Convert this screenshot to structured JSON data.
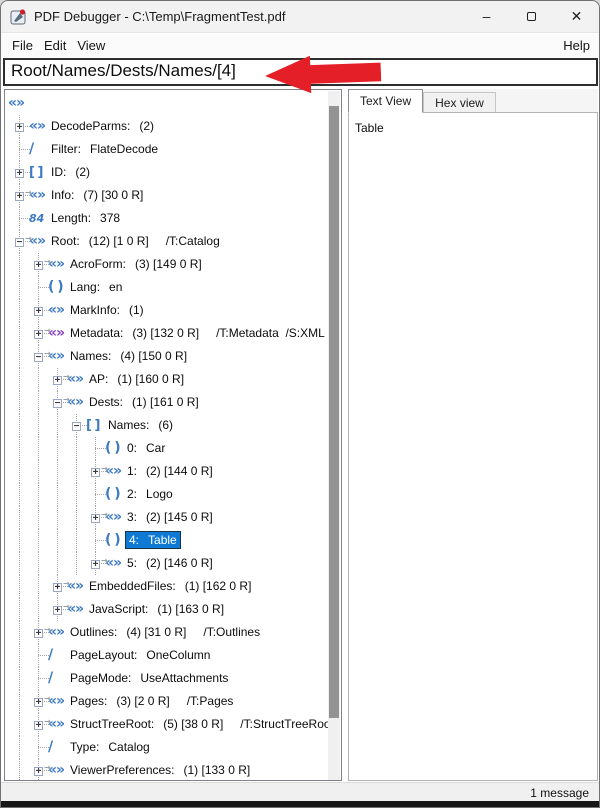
{
  "window": {
    "title": "PDF Debugger - C:\\Temp\\FragmentTest.pdf",
    "controls": {
      "minimize": "–",
      "close": "✕"
    }
  },
  "menubar": {
    "items": [
      "File",
      "Edit",
      "View"
    ],
    "right_item": "Help"
  },
  "path_field": {
    "value": "Root/Names/Dests/Names/[4]"
  },
  "annotation": {
    "arrow_color": "#e41f27"
  },
  "colors": {
    "selection_bg": "#0e7ad3",
    "icon_blue": "#3d7ac4",
    "icon_purple": "#8a3fc6"
  },
  "tabs": [
    {
      "label": "Text View",
      "active": true
    },
    {
      "label": "Hex view",
      "active": false
    }
  ],
  "text_view": {
    "content": "Table"
  },
  "statusbar": {
    "text": "1 message"
  },
  "tree": {
    "icon_glyphs": {
      "dict": "«»",
      "stream": "«»",
      "name": "/",
      "array": "[ ]",
      "string": "( )",
      "number": "84",
      "ref_arrow": "→",
      "expand_plus": "+",
      "expand_minus": "−"
    },
    "rows": [
      {
        "level": 0,
        "exp": "",
        "icon": "dict",
        "label": "",
        "value": "",
        "suffix": "",
        "selected": false
      },
      {
        "level": 1,
        "exp": "plus",
        "icon": "dict",
        "label": "DecodeParms:",
        "value": "(2)",
        "suffix": "",
        "selected": false
      },
      {
        "level": 1,
        "exp": "",
        "icon": "name",
        "label": "Filter:",
        "value": "FlateDecode",
        "suffix": "",
        "selected": false
      },
      {
        "level": 1,
        "exp": "plus",
        "icon": "array",
        "label": "ID:",
        "value": "(2)",
        "suffix": "",
        "selected": false
      },
      {
        "level": 1,
        "exp": "plus",
        "icon": "dict-ref",
        "label": "Info:",
        "value": "(7) [30 0 R]",
        "suffix": "",
        "selected": false
      },
      {
        "level": 1,
        "exp": "",
        "icon": "number",
        "label": "Length:",
        "value": "378",
        "suffix": "",
        "selected": false
      },
      {
        "level": 1,
        "exp": "minus",
        "icon": "dict-ref",
        "label": "Root:",
        "value": "(12) [1 0 R]",
        "suffix": "/T:Catalog",
        "selected": false
      },
      {
        "level": 2,
        "exp": "plus",
        "icon": "dict-ref",
        "label": "AcroForm:",
        "value": "(3) [149 0 R]",
        "suffix": "",
        "selected": false
      },
      {
        "level": 2,
        "exp": "",
        "icon": "string",
        "label": "Lang:",
        "value": "en",
        "suffix": "",
        "selected": false
      },
      {
        "level": 2,
        "exp": "plus",
        "icon": "dict",
        "label": "MarkInfo:",
        "value": "(1)",
        "suffix": "",
        "selected": false
      },
      {
        "level": 2,
        "exp": "plus",
        "icon": "stream-ref",
        "label": "Metadata:",
        "value": "(3) [132 0 R]",
        "suffix": "/T:Metadata  /S:XML",
        "selected": false
      },
      {
        "level": 2,
        "exp": "minus",
        "icon": "dict-ref",
        "label": "Names:",
        "value": "(4) [150 0 R]",
        "suffix": "",
        "selected": false
      },
      {
        "level": 3,
        "exp": "plus",
        "icon": "dict-ref",
        "label": "AP:",
        "value": "(1) [160 0 R]",
        "suffix": "",
        "selected": false
      },
      {
        "level": 3,
        "exp": "minus",
        "icon": "dict-ref",
        "label": "Dests:",
        "value": "(1) [161 0 R]",
        "suffix": "",
        "selected": false
      },
      {
        "level": 4,
        "exp": "minus",
        "icon": "array",
        "label": "Names:",
        "value": "(6)",
        "suffix": "",
        "selected": false
      },
      {
        "level": 5,
        "exp": "",
        "icon": "string",
        "label": "0:",
        "value": "Car",
        "suffix": "",
        "selected": false
      },
      {
        "level": 5,
        "exp": "plus",
        "icon": "dict-ref",
        "label": "1:",
        "value": "(2) [144 0 R]",
        "suffix": "",
        "selected": false
      },
      {
        "level": 5,
        "exp": "",
        "icon": "string",
        "label": "2:",
        "value": "Logo",
        "suffix": "",
        "selected": false
      },
      {
        "level": 5,
        "exp": "plus",
        "icon": "dict-ref",
        "label": "3:",
        "value": "(2) [145 0 R]",
        "suffix": "",
        "selected": false
      },
      {
        "level": 5,
        "exp": "",
        "icon": "string",
        "label": "4:",
        "value": "Table",
        "suffix": "",
        "selected": true
      },
      {
        "level": 5,
        "exp": "plus",
        "icon": "dict-ref",
        "label": "5:",
        "value": "(2) [146 0 R]",
        "suffix": "",
        "selected": false
      },
      {
        "level": 3,
        "exp": "plus",
        "icon": "dict-ref",
        "label": "EmbeddedFiles:",
        "value": "(1) [162 0 R]",
        "suffix": "",
        "selected": false
      },
      {
        "level": 3,
        "exp": "plus",
        "icon": "dict-ref",
        "label": "JavaScript:",
        "value": "(1) [163 0 R]",
        "suffix": "",
        "selected": false
      },
      {
        "level": 2,
        "exp": "plus",
        "icon": "dict-ref",
        "label": "Outlines:",
        "value": "(4) [31 0 R]",
        "suffix": "/T:Outlines",
        "selected": false
      },
      {
        "level": 2,
        "exp": "",
        "icon": "name",
        "label": "PageLayout:",
        "value": "OneColumn",
        "suffix": "",
        "selected": false
      },
      {
        "level": 2,
        "exp": "",
        "icon": "name",
        "label": "PageMode:",
        "value": "UseAttachments",
        "suffix": "",
        "selected": false
      },
      {
        "level": 2,
        "exp": "plus",
        "icon": "dict-ref",
        "label": "Pages:",
        "value": "(3) [2 0 R]",
        "suffix": "/T:Pages",
        "selected": false
      },
      {
        "level": 2,
        "exp": "plus",
        "icon": "dict-ref",
        "label": "StructTreeRoot:",
        "value": "(5) [38 0 R]",
        "suffix": "/T:StructTreeRoot",
        "selected": false
      },
      {
        "level": 2,
        "exp": "",
        "icon": "name",
        "label": "Type:",
        "value": "Catalog",
        "suffix": "",
        "selected": false
      },
      {
        "level": 2,
        "exp": "plus",
        "icon": "dict-ref",
        "label": "ViewerPreferences:",
        "value": "(1) [133 0 R]",
        "suffix": "",
        "selected": false
      }
    ]
  }
}
